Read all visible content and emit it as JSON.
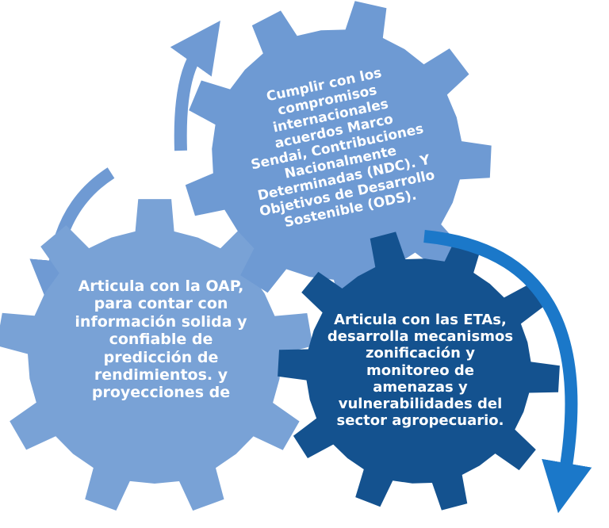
{
  "colors": {
    "gear_left": "#79a2d6",
    "gear_top": "#6e9ad3",
    "gear_right": "#14528f",
    "arrow_light": "#6f9ad3",
    "arrow_dark": "#1b78c9"
  },
  "gears": {
    "top": {
      "lines": [
        "Cumplir con los",
        "compromisos",
        "internacionales",
        "acuerdos  Marco",
        "Sendai, Contribuciones",
        "Nacionalmente",
        "Determinadas (NDC). Y",
        "Objetivos de Desarrollo",
        "Sostenible (ODS)."
      ]
    },
    "left": {
      "lines": [
        "Articula con la OAP,",
        "para contar con",
        "información solida y",
        "confiable de",
        "predicción de",
        "rendimientos. y",
        "proyecciones de"
      ]
    },
    "right": {
      "lines": [
        "Articula con las ETAs,",
        "desarrolla mecanismos",
        "zonificación y",
        "monitoreo de",
        "amenazas y",
        "vulnerabilidades del",
        "sector agropecuario."
      ]
    }
  }
}
